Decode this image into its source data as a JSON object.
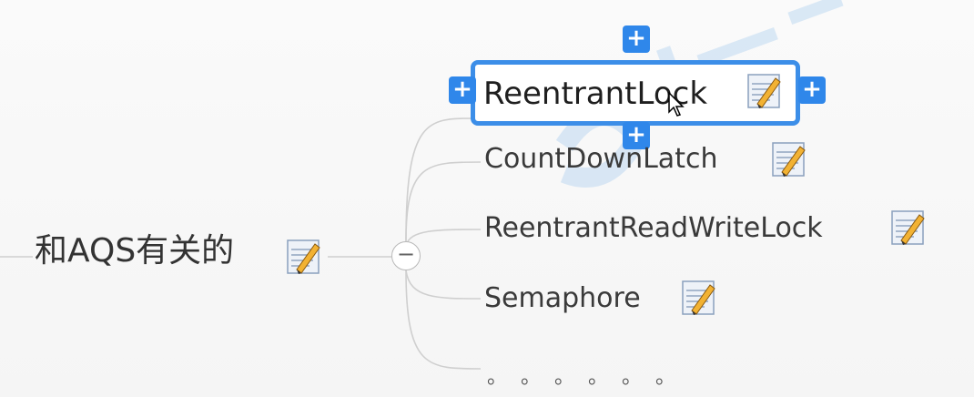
{
  "mindmap": {
    "root": {
      "label": "和AQS有关的"
    },
    "children": [
      {
        "label": "ReentrantLock",
        "selected": true
      },
      {
        "label": "CountDownLatch"
      },
      {
        "label": "ReentrantReadWriteLock"
      },
      {
        "label": "Semaphore"
      },
      {
        "label": "。。。。。。"
      }
    ],
    "collapse_symbol": "−",
    "handle_symbol": "+"
  },
  "colors": {
    "selection": "#3c8ee8",
    "connector": "#cfcfcf",
    "text": "#333333"
  },
  "icons": [
    "note-icon",
    "plus-icon",
    "collapse-icon",
    "mouse-cursor-icon"
  ]
}
